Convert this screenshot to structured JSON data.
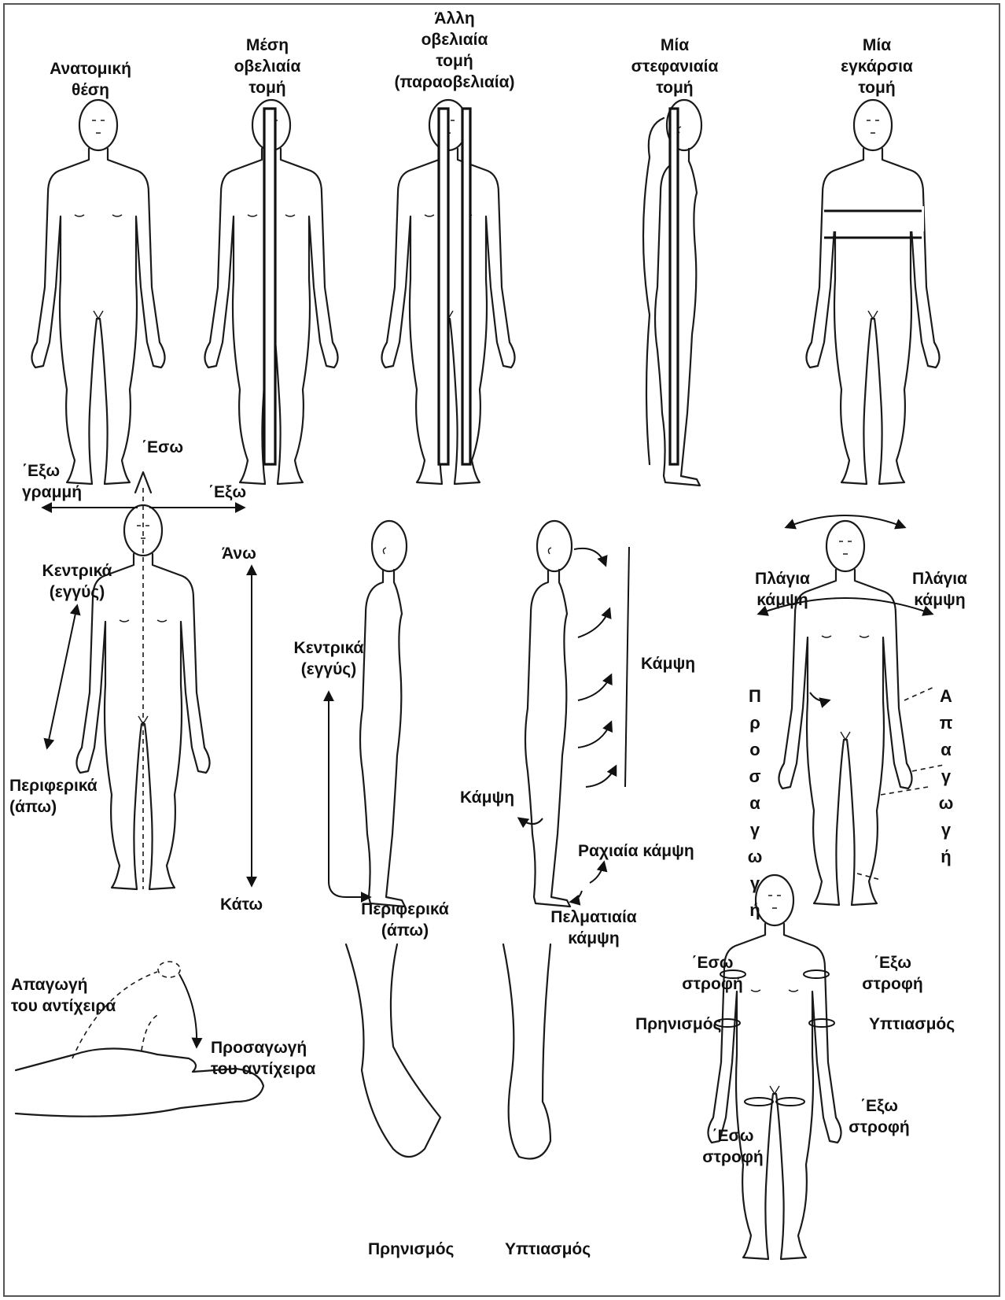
{
  "planes": {
    "anatomical": "Ανατομική\nθέση",
    "median": "Μέση\nοβελιαία\nτομή",
    "parasagittal": "Άλλη\nοβελιαία\nτομή\n(παραοβελιαία)",
    "coronal": "Μία\nστεφανιαία\nτομή",
    "transverse": "Μία\nεγκάρσια\nτομή",
    "eso_top": "΄Εσω"
  },
  "directions": {
    "exo_line": "΄Εξω\nγραμμή",
    "exo": "΄Εξω",
    "ano": "Άνω",
    "kato": "Κάτω",
    "proximal_left": "Κεντρικά\n(εγγύς)",
    "distal_left": "Περιφερικά\n(άπω)",
    "proximal_mid": "Κεντρικά\n(εγγύς)",
    "distal_mid": "Περιφερικά\n(άπω)"
  },
  "movements": {
    "flexion_right": "Κάμψη",
    "flexion_knee": "Κάμψη",
    "dorsiflexion": "Ραχιαία κάμψη",
    "plantarflexion": "Πελματιαία\nκάμψη",
    "lateral_flexion_left": "Πλάγια\nκάμψη",
    "lateral_flexion_right": "Πλάγια\nκάμψη",
    "adduction_letters": [
      "Π",
      "ρ",
      "ο",
      "σ",
      "α",
      "γ",
      "ω",
      "γ",
      "ή"
    ],
    "abduction_letters": [
      "Α",
      "π",
      "α",
      "γ",
      "ω",
      "γ",
      "ή"
    ]
  },
  "thumb": {
    "abduction": "Απαγωγή\nτου αντίχειρα",
    "adduction": "Προσαγωγή\nτου αντίχειρα"
  },
  "foot": {
    "pronation": "Πρηνισμός",
    "supination": "Υπτιασμός"
  },
  "rotation": {
    "internal_upper": "΄Εσω\nστροφή",
    "external_upper": "΄Εξω\nστροφή",
    "pronation": "Πρηνισμός",
    "supination": "Υπτιασμός",
    "internal_lower": "΄Εσω\nστροφή",
    "external_lower": "΄Εξω\nστροφή"
  }
}
